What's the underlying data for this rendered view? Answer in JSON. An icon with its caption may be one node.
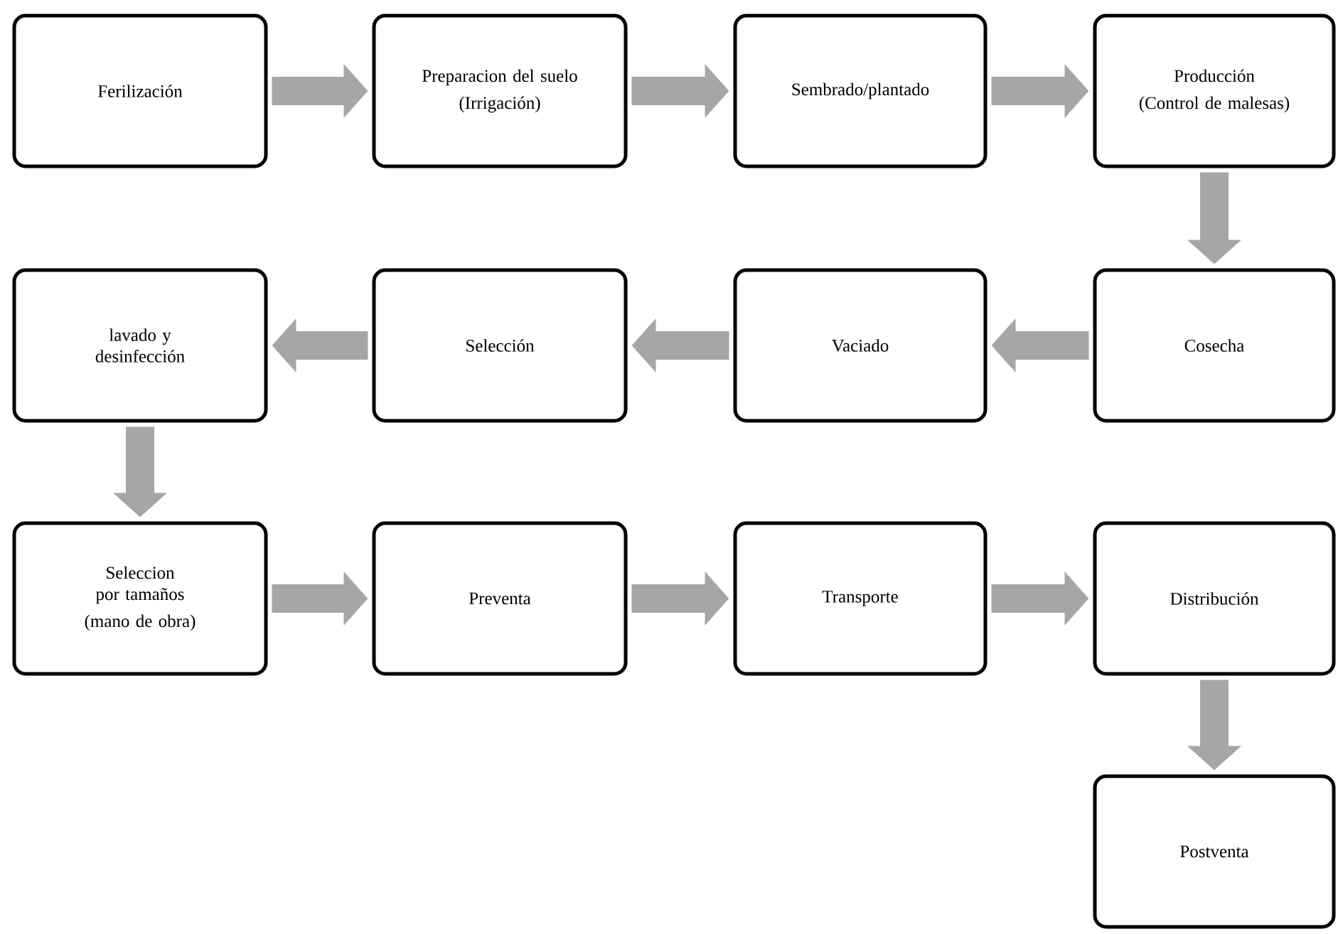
{
  "diagram": {
    "nodes": [
      {
        "text": [
          "Ferilización"
        ]
      },
      {
        "text": [
          "Preparacion del suelo",
          "(Irrigación)"
        ]
      },
      {
        "text": [
          "Sembrado/plantado"
        ]
      },
      {
        "text": [
          "Producción",
          "(Control de malesas)"
        ]
      },
      {
        "text": [
          "Cosecha"
        ]
      },
      {
        "text": [
          "Vaciado"
        ]
      },
      {
        "text": [
          "Selección"
        ]
      },
      {
        "text": [
          "lavado y desinfección"
        ]
      },
      {
        "text": [
          "Seleccion por tamaños",
          "(mano de obra)"
        ]
      },
      {
        "text": [
          "Preventa"
        ]
      },
      {
        "text": [
          "Transporte"
        ]
      },
      {
        "text": [
          "Distribución"
        ]
      },
      {
        "text": [
          "Postventa"
        ]
      }
    ],
    "edges": [
      {
        "from": 0,
        "to": 1,
        "arrow": "to"
      },
      {
        "from": 1,
        "to": 2,
        "arrow": "to"
      },
      {
        "from": 2,
        "to": 3,
        "arrow": "to"
      },
      {
        "from": 3,
        "to": 4,
        "arrow": "to"
      },
      {
        "from": 4,
        "to": 5,
        "arrow": "to"
      },
      {
        "from": 5,
        "to": 6,
        "arrow": "to"
      },
      {
        "from": 6,
        "to": 7,
        "arrow": "to"
      },
      {
        "from": 7,
        "to": 8,
        "arrow": "to"
      },
      {
        "from": 8,
        "to": 9,
        "arrow": "to"
      },
      {
        "from": 9,
        "to": 10,
        "arrow": "to"
      },
      {
        "from": 10,
        "to": 11,
        "arrow": "to"
      },
      {
        "from": 11,
        "to": 12,
        "arrow": "to"
      }
    ]
  }
}
